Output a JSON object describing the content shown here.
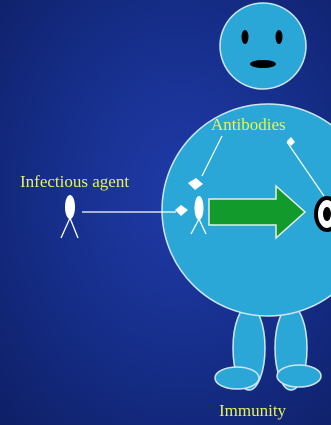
{
  "labels": {
    "infectious_agent": "Infectious agent",
    "antibodies": "Antibodies",
    "immunity": "Immunity"
  },
  "colors": {
    "background": "#17308e",
    "body": "#2aa7d6",
    "outline": "#cfe6f2",
    "label_text": "#e8f25a",
    "arrow": "#129a2c"
  }
}
